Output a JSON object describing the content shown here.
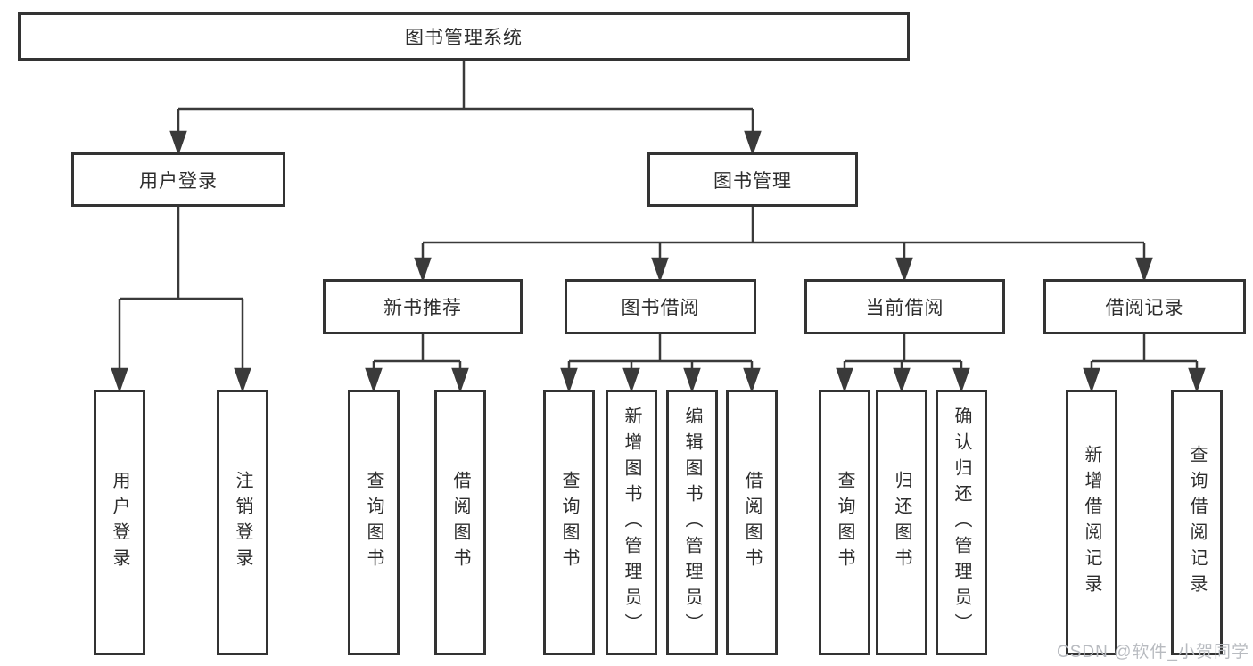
{
  "diagram": {
    "root": {
      "label": "图书管理系统"
    },
    "level2": [
      {
        "label": "用户登录"
      },
      {
        "label": "图书管理"
      }
    ],
    "level3": [
      {
        "label": "新书推荐"
      },
      {
        "label": "图书借阅"
      },
      {
        "label": "当前借阅"
      },
      {
        "label": "借阅记录"
      }
    ],
    "leaves": [
      {
        "parent": "用户登录",
        "label": "用户登录"
      },
      {
        "parent": "用户登录",
        "label": "注销登录"
      },
      {
        "parent": "新书推荐",
        "label": "查询图书"
      },
      {
        "parent": "新书推荐",
        "label": "借阅图书"
      },
      {
        "parent": "图书借阅",
        "label": "查询图书"
      },
      {
        "parent": "图书借阅",
        "label": "新增图书（管理员）"
      },
      {
        "parent": "图书借阅",
        "label": "编辑图书（管理员）"
      },
      {
        "parent": "图书借阅",
        "label": "借阅图书"
      },
      {
        "parent": "当前借阅",
        "label": "查询图书"
      },
      {
        "parent": "当前借阅",
        "label": "归还图书"
      },
      {
        "parent": "当前借阅",
        "label": "确认归还（管理员）"
      },
      {
        "parent": "借阅记录",
        "label": "新增借阅记录"
      },
      {
        "parent": "借阅记录",
        "label": "查询借阅记录"
      }
    ]
  },
  "watermark": {
    "text": "CSDN @软件_小贺同学"
  },
  "colors": {
    "line": "#3a3a3a",
    "box_border": "#333333",
    "text": "#2d2d2d",
    "background": "#ffffff",
    "watermark": "#b8bbc0"
  }
}
